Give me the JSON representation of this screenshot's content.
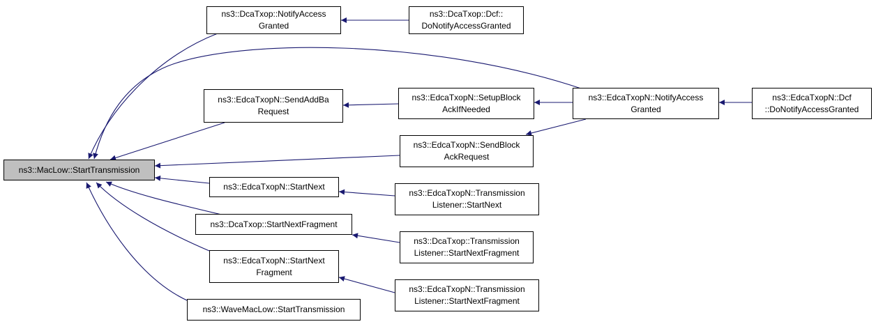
{
  "colors": {
    "edge": "#191970",
    "root_fill": "#bfbfbf",
    "node_fill": "#ffffff",
    "border": "#000000"
  },
  "nodes": {
    "root": [
      "ns3::MacLow::StartTransmission"
    ],
    "dcatxop_notify": [
      "ns3::DcaTxop::NotifyAccess",
      "Granted"
    ],
    "dcatxop_dcf_notify": [
      "ns3::DcaTxop::Dcf::",
      "DoNotifyAccessGranted"
    ],
    "edca_sendaddba": [
      "ns3::EdcaTxopN::SendAddBa",
      "Request"
    ],
    "edca_setupblock": [
      "ns3::EdcaTxopN::SetupBlock",
      "AckIfNeeded"
    ],
    "edca_notify": [
      "ns3::EdcaTxopN::NotifyAccess",
      "Granted"
    ],
    "edca_dcf_notify": [
      "ns3::EdcaTxopN::Dcf",
      "::DoNotifyAccessGranted"
    ],
    "edca_sendblockack": [
      "ns3::EdcaTxopN::SendBlock",
      "AckRequest"
    ],
    "edca_startnext": [
      "ns3::EdcaTxopN::StartNext"
    ],
    "edca_tl_startnext": [
      "ns3::EdcaTxopN::Transmission",
      "Listener::StartNext"
    ],
    "dcatxop_startnextfrag": [
      "ns3::DcaTxop::StartNextFragment"
    ],
    "dcatxop_tl_startnextfrag": [
      "ns3::DcaTxop::Transmission",
      "Listener::StartNextFragment"
    ],
    "edca_startnextfrag": [
      "ns3::EdcaTxopN::StartNext",
      "Fragment"
    ],
    "edca_tl_startnextfrag": [
      "ns3::EdcaTxopN::Transmission",
      "Listener::StartNextFragment"
    ],
    "wavemaclow": [
      "ns3::WaveMacLow::StartTransmission"
    ]
  }
}
